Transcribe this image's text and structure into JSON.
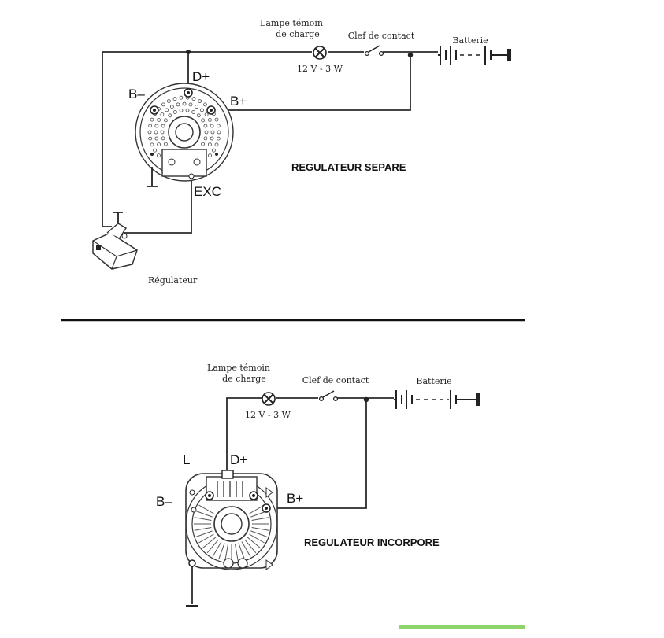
{
  "colors": {
    "ink": "#222222",
    "paper": "#ffffff",
    "accent_strip": "#8fd36b"
  },
  "top_diagram": {
    "title": "REGULATEUR SEPARE",
    "lamp_label_line1": "Lampe témoin",
    "lamp_label_line2": "de charge",
    "lamp_rating": "12 V - 3 W",
    "key_label": "Clef de contact",
    "battery_label": "Batterie",
    "terminal_d_plus": "D+",
    "terminal_b_minus": "B–",
    "terminal_b_plus": "B+",
    "terminal_exc": "EXC",
    "regulator_label": "Régulateur"
  },
  "bottom_diagram": {
    "title": "REGULATEUR INCORPORE",
    "lamp_label_line1": "Lampe témoin",
    "lamp_label_line2": "de charge",
    "lamp_rating": "12 V - 3 W",
    "key_label": "Clef de contact",
    "battery_label": "Batterie",
    "terminal_l": "L",
    "terminal_d_plus": "D+",
    "terminal_b_minus": "B–",
    "terminal_b_plus": "B+"
  }
}
